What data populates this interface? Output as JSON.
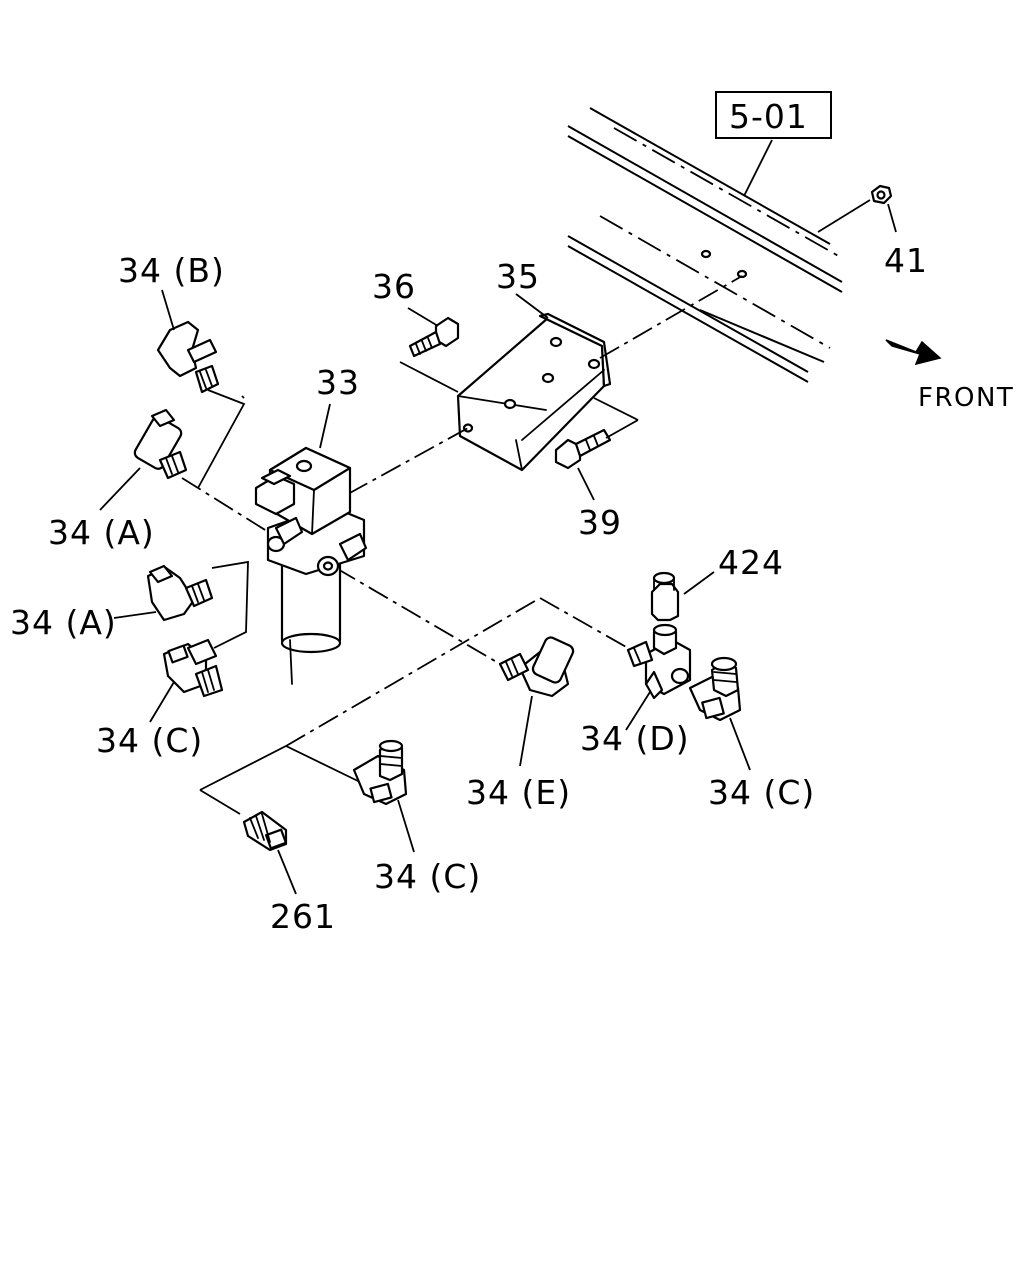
{
  "diagram": {
    "reference_box": "5-01",
    "direction_label": "FRONT",
    "callouts": {
      "p41": "41",
      "p36": "36",
      "p35": "35",
      "p33": "33",
      "p39": "39",
      "p424": "424",
      "p261": "261",
      "p34b": "34 (B)",
      "p34a_upper": "34 (A)",
      "p34a_lower": "34 (A)",
      "p34c_left": "34 (C)",
      "p34e": "34 (E)",
      "p34d": "34 (D)",
      "p34c_right": "34 (C)",
      "p34c_bottom": "34 (C)"
    },
    "icons": {
      "front": "front-arrow-icon"
    }
  }
}
